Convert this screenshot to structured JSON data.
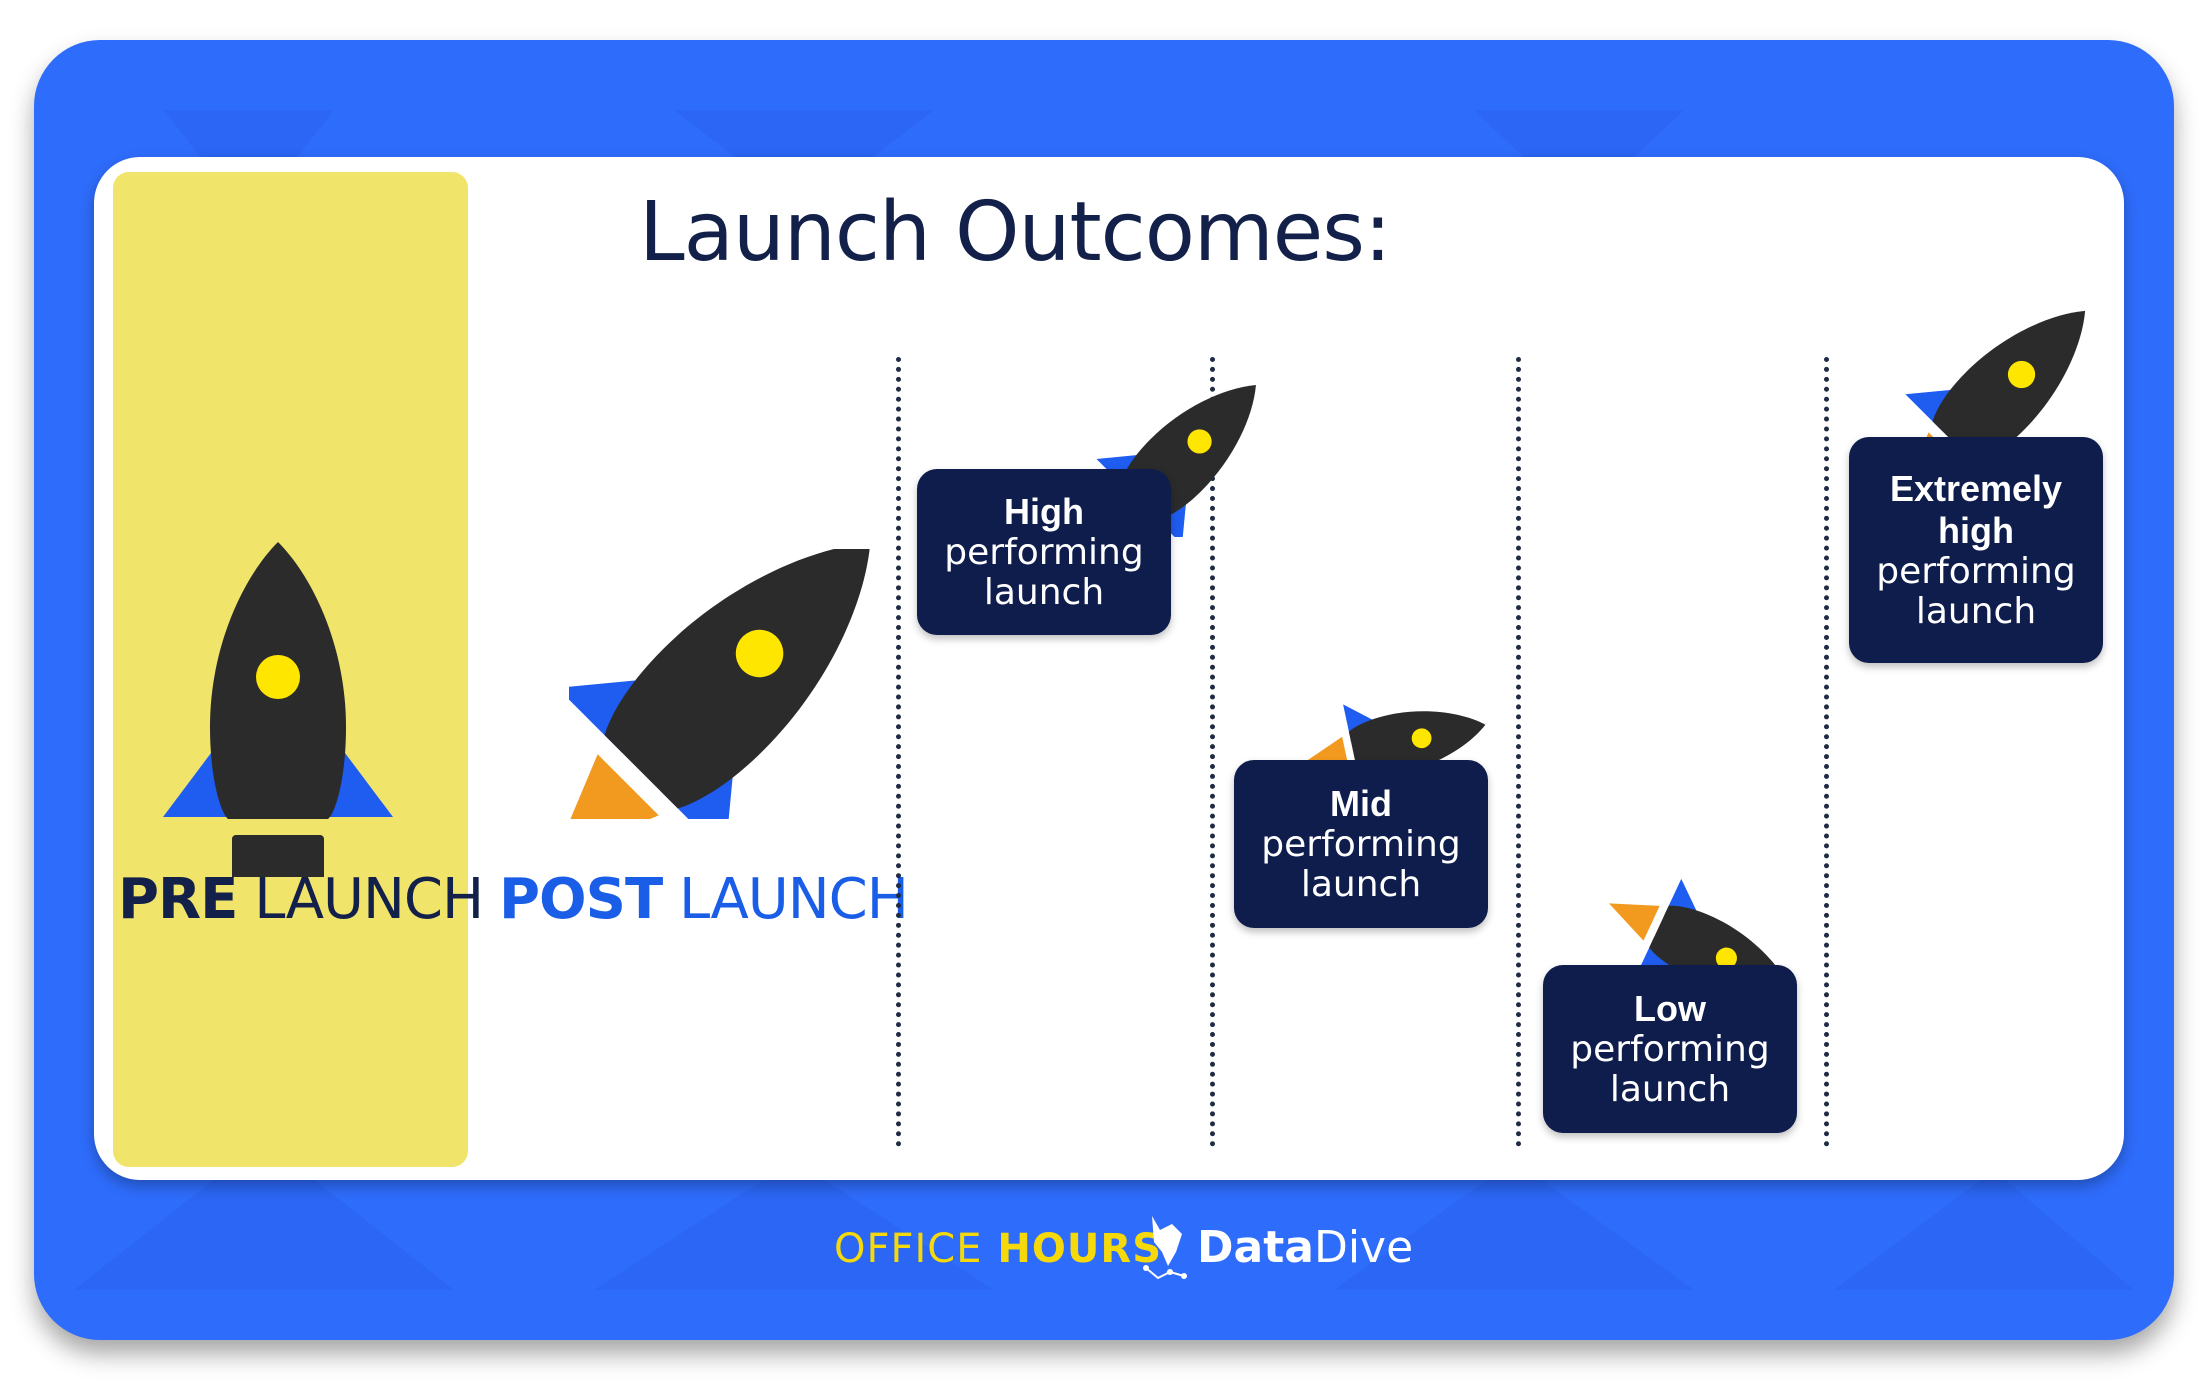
{
  "title": "Launch Outcomes:",
  "stages": {
    "pre": {
      "strong": "PRE",
      "rest": " LAUNCH"
    },
    "post": {
      "strong": "POST",
      "rest": " LAUNCH"
    }
  },
  "outcomes": [
    {
      "strong": "High",
      "rest1": "performing",
      "rest2": "launch"
    },
    {
      "strong": "Mid",
      "rest1": "performing",
      "rest2": "launch"
    },
    {
      "strong": "Low",
      "rest1": "performing",
      "rest2": "launch"
    },
    {
      "strong": "Extremely",
      "strong2": "high",
      "rest1": "performing",
      "rest2": "launch"
    }
  ],
  "footer": {
    "office": "OFFICE",
    "hours": " HOURS",
    "brand_a": "Data",
    "brand_b": "Dive"
  },
  "colors": {
    "frame_blue": "#2e6cfb",
    "panel_yellow": "#f0e46a",
    "navy": "#0f1d4d",
    "rocket_body": "#2b2b2b",
    "rocket_window": "#ffe600",
    "fin_blue": "#1f5cf0",
    "flame_orange": "#f29a1f",
    "post_label_blue": "#1a5ee8",
    "footer_yellow": "#f5d90a"
  },
  "icons": [
    "rocket-icon",
    "datadive-fox-logo-icon"
  ]
}
